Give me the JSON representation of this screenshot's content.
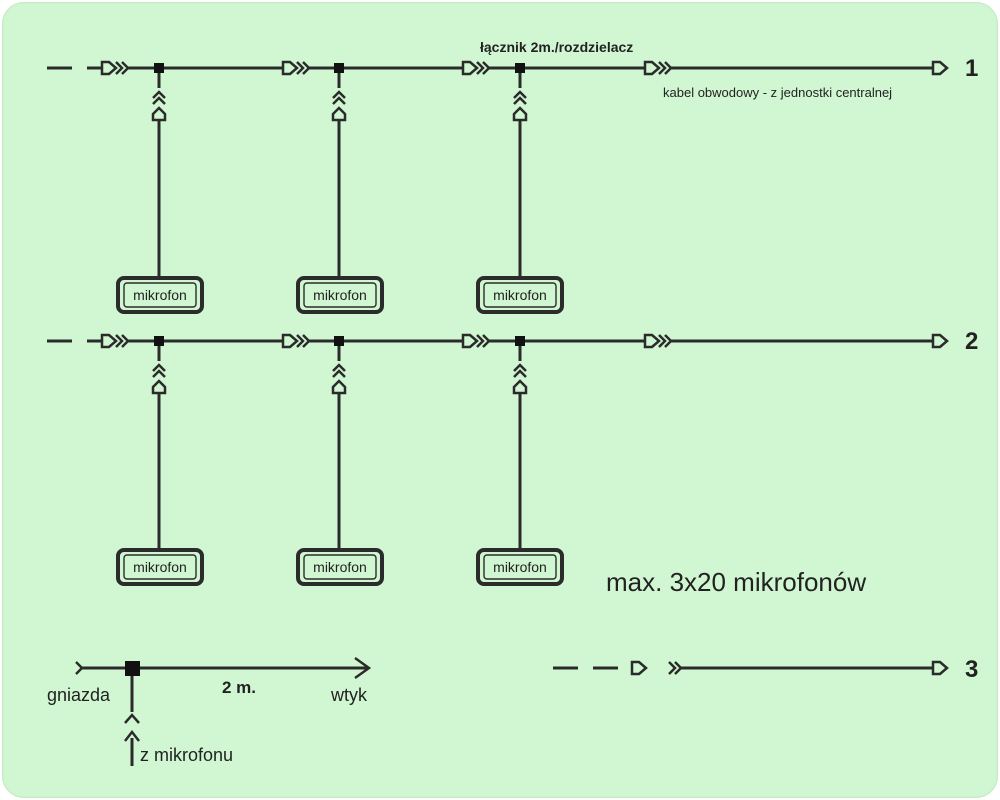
{
  "labels": {
    "connector": "łącznik 2m./rozdzielacz",
    "cable": "kabel obwodowy - z jednostki centralnej",
    "max": "max. 3x20 mikrofonów",
    "line1": "1",
    "line2": "2",
    "line3": "3"
  },
  "microphones": [
    "mikrofon",
    "mikrofon",
    "mikrofon",
    "mikrofon",
    "mikrofon",
    "mikrofon"
  ],
  "legend": {
    "socket": "gniazda",
    "length": "2 m.",
    "plug": "wtyk",
    "from_mic": "z mikrofonu"
  },
  "colors": {
    "background": "#d1f7d2",
    "line": "#2b2b2b"
  }
}
